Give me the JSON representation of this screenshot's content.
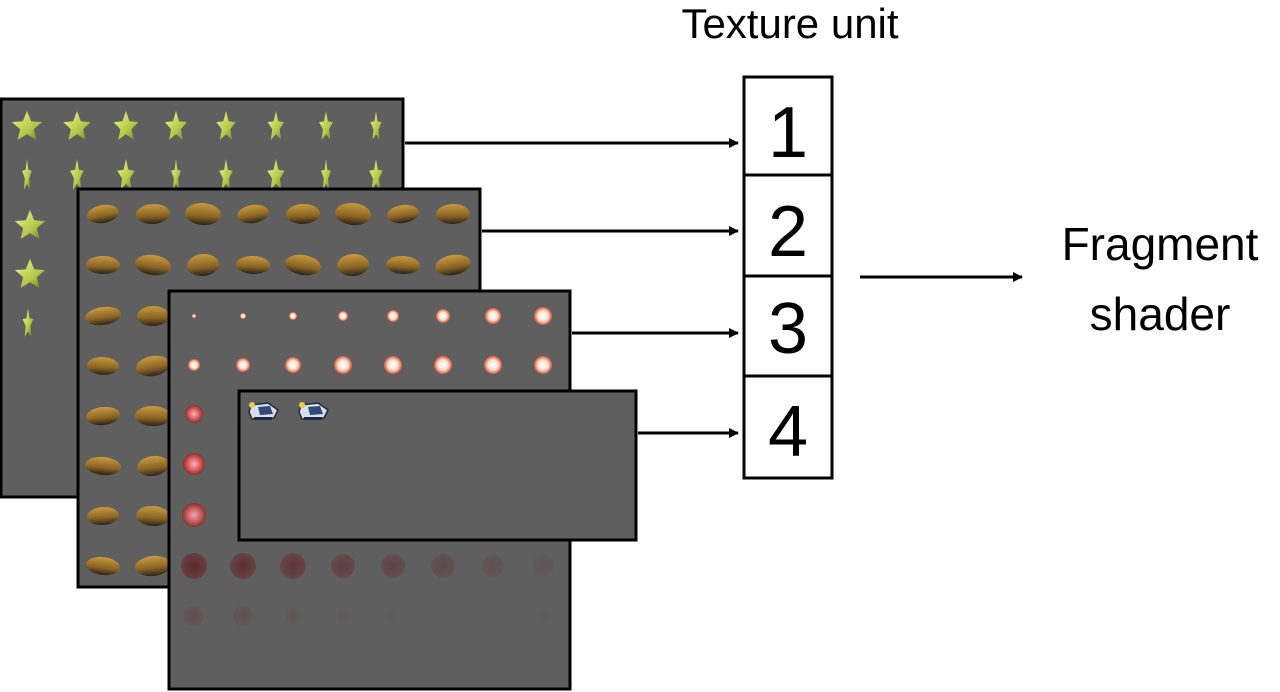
{
  "diagram": {
    "title": "Texture unit",
    "units": [
      "1",
      "2",
      "3",
      "4"
    ],
    "output_label_line1": "Fragment",
    "output_label_line2": "shader"
  },
  "sheets": [
    {
      "content": "star sprite sheet",
      "color": "#d9e36a",
      "icon": "star-sprite-icon"
    },
    {
      "content": "asteroid sprite sheet",
      "color": "#a07a32",
      "icon": "asteroid-sprite-icon"
    },
    {
      "content": "explosion sprite sheet",
      "color": "#f6efe6",
      "icon": "explosion-sprite-icon"
    },
    {
      "content": "ship sprite sheet",
      "color": "#3f5c8a",
      "icon": "ship-sprite-icon"
    }
  ],
  "colors": {
    "sheet_bg": "#5f5f5f",
    "stroke": "#000000",
    "background": "#ffffff"
  }
}
